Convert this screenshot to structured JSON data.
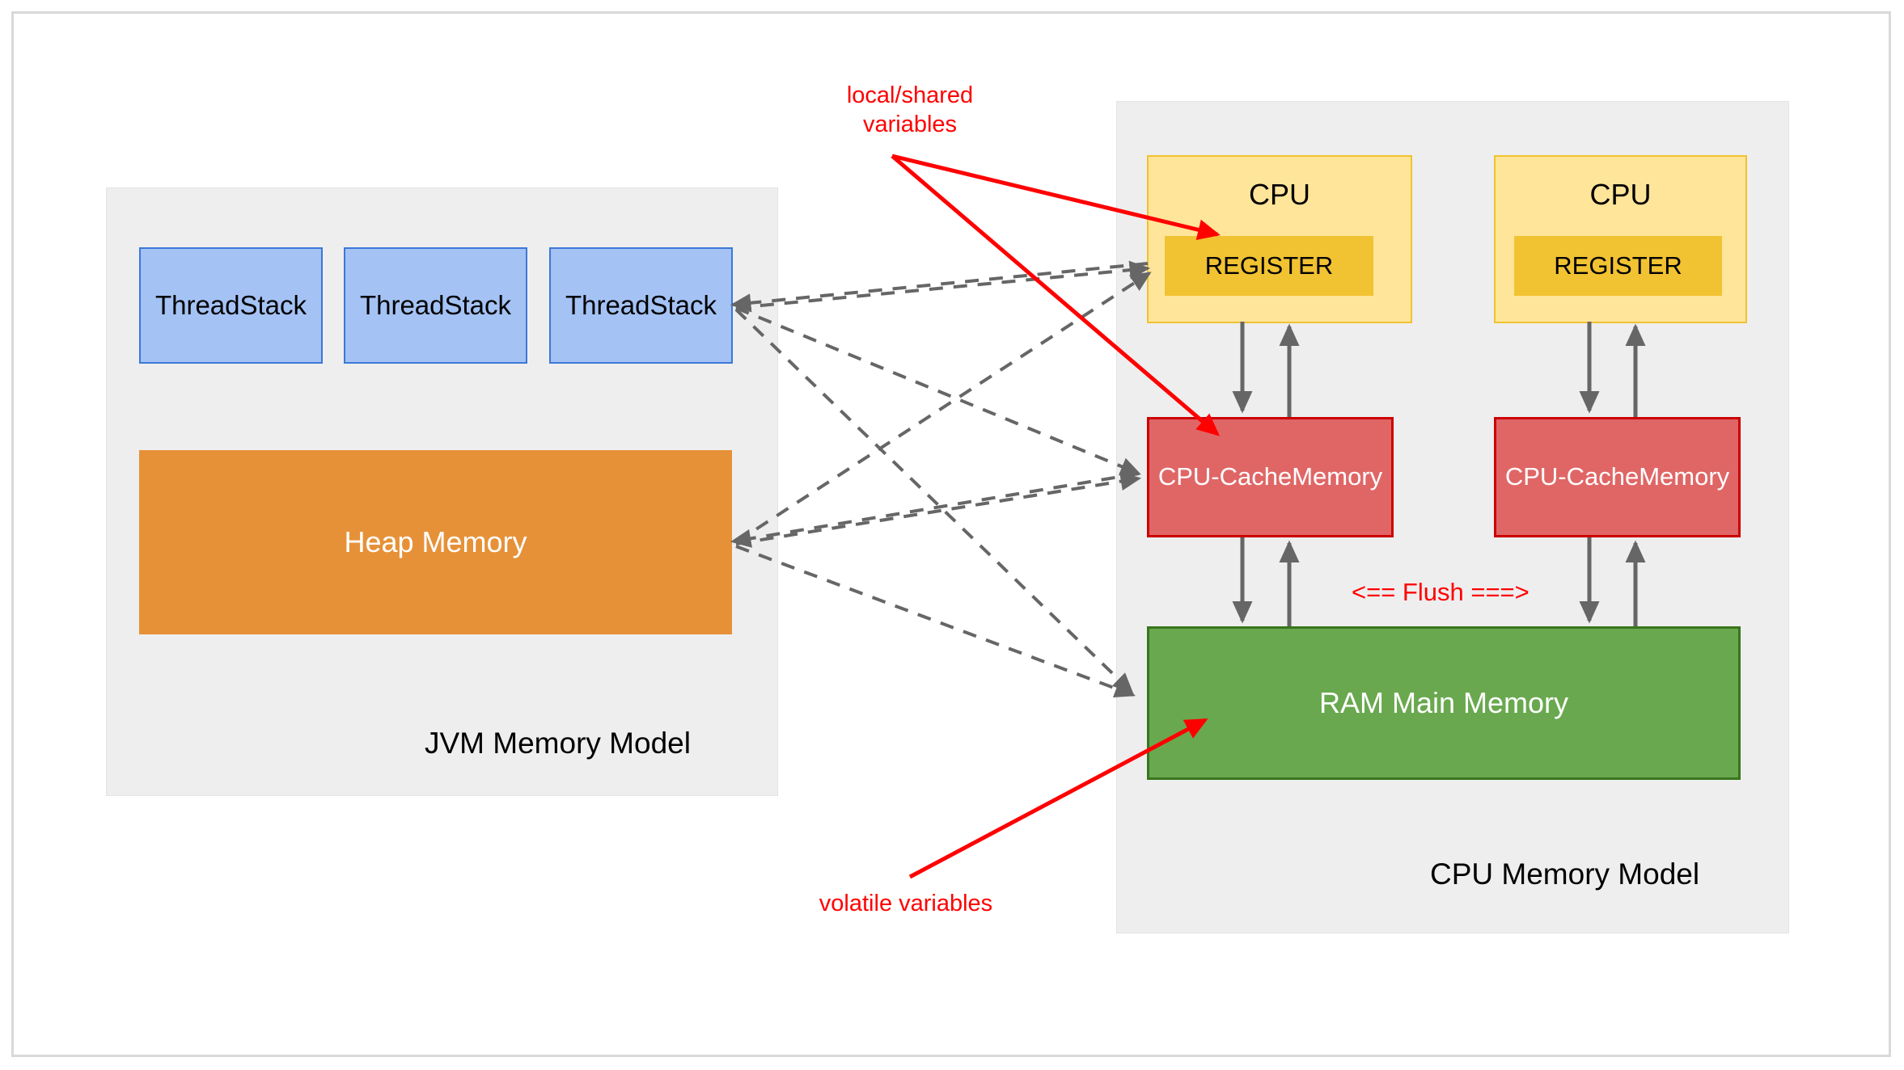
{
  "diagram": {
    "title_left": "JVM Memory Model",
    "title_right": "CPU Memory Model"
  },
  "jvm": {
    "label": "JVM Memory Model",
    "thread_stacks": [
      {
        "label": "Thread\nStack"
      },
      {
        "label": "Thread\nStack"
      },
      {
        "label": "Thread\nStack"
      }
    ],
    "heap": {
      "label": "Heap Memory"
    }
  },
  "cpu_model": {
    "label": "CPU Memory Model",
    "cores": [
      {
        "cpu_label": "CPU",
        "register_label": "REGISTER",
        "cache_label": "CPU-Cache\nMemory"
      },
      {
        "cpu_label": "CPU",
        "register_label": "REGISTER",
        "cache_label": "CPU-Cache\nMemory"
      }
    ],
    "ram": {
      "label": "RAM Main Memory"
    },
    "flush_label": "<== Flush ===>"
  },
  "annotations": {
    "local_shared": "local/shared\nvariables",
    "volatile": "volatile variables"
  },
  "colors": {
    "container_bg": "#eeeeee",
    "thread_stack_fill": "#a4c2f4",
    "thread_stack_border": "#3c78d8",
    "heap_fill": "#e69138",
    "cpu_fill": "#ffe599",
    "cpu_border": "#f1c232",
    "register_fill": "#f1c232",
    "cache_fill": "#e06666",
    "cache_border": "#cc0000",
    "ram_fill": "#6aa84f",
    "ram_border": "#38761d",
    "annotation_red": "#ff0000",
    "arrow_gray": "#666666"
  }
}
